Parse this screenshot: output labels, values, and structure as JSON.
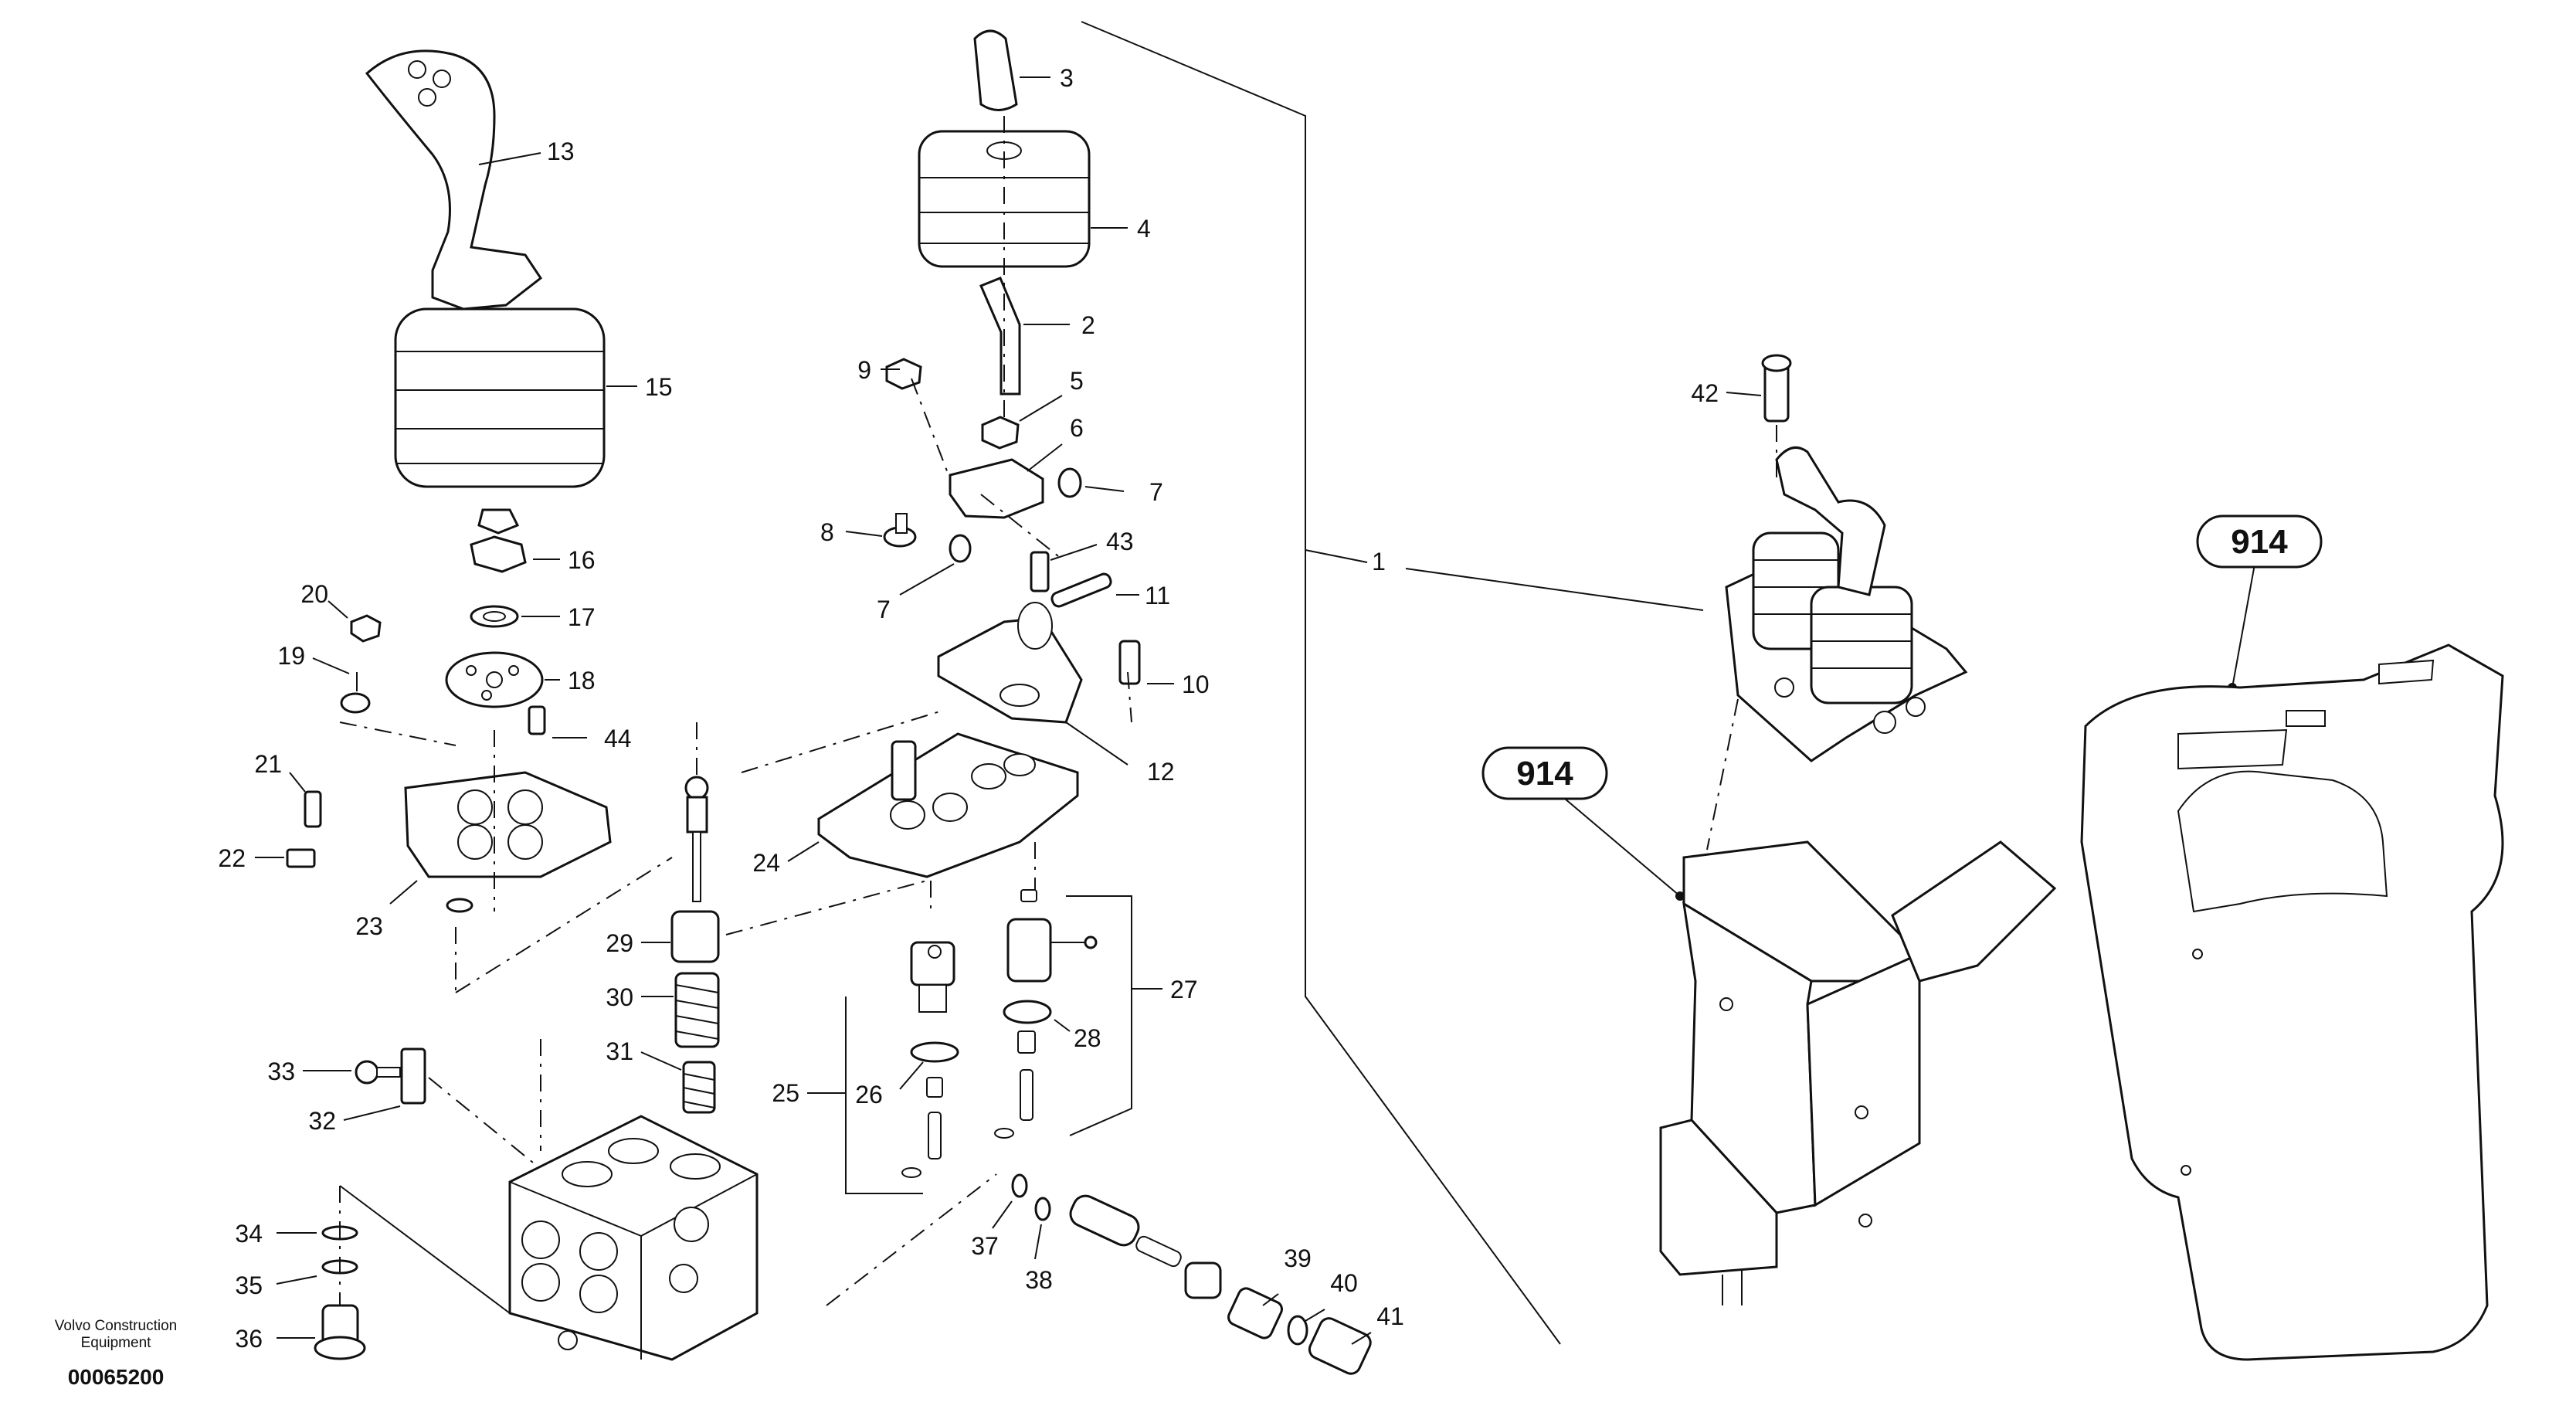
{
  "callouts": [
    {
      "id": "c1",
      "text": "1"
    },
    {
      "id": "c2",
      "text": "2"
    },
    {
      "id": "c3",
      "text": "3"
    },
    {
      "id": "c4",
      "text": "4"
    },
    {
      "id": "c5",
      "text": "5"
    },
    {
      "id": "c6",
      "text": "6"
    },
    {
      "id": "c7a",
      "text": "7"
    },
    {
      "id": "c7b",
      "text": "7"
    },
    {
      "id": "c8",
      "text": "8"
    },
    {
      "id": "c9",
      "text": "9"
    },
    {
      "id": "c10",
      "text": "10"
    },
    {
      "id": "c11",
      "text": "11"
    },
    {
      "id": "c12",
      "text": "12"
    },
    {
      "id": "c13",
      "text": "13"
    },
    {
      "id": "c15",
      "text": "15"
    },
    {
      "id": "c16",
      "text": "16"
    },
    {
      "id": "c17",
      "text": "17"
    },
    {
      "id": "c18",
      "text": "18"
    },
    {
      "id": "c19",
      "text": "19"
    },
    {
      "id": "c20",
      "text": "20"
    },
    {
      "id": "c21",
      "text": "21"
    },
    {
      "id": "c22",
      "text": "22"
    },
    {
      "id": "c23",
      "text": "23"
    },
    {
      "id": "c24",
      "text": "24"
    },
    {
      "id": "c25",
      "text": "25"
    },
    {
      "id": "c26",
      "text": "26"
    },
    {
      "id": "c27",
      "text": "27"
    },
    {
      "id": "c28",
      "text": "28"
    },
    {
      "id": "c29",
      "text": "29"
    },
    {
      "id": "c30",
      "text": "30"
    },
    {
      "id": "c31",
      "text": "31"
    },
    {
      "id": "c32",
      "text": "32"
    },
    {
      "id": "c33",
      "text": "33"
    },
    {
      "id": "c34",
      "text": "34"
    },
    {
      "id": "c35",
      "text": "35"
    },
    {
      "id": "c36",
      "text": "36"
    },
    {
      "id": "c37",
      "text": "37"
    },
    {
      "id": "c38",
      "text": "38"
    },
    {
      "id": "c39",
      "text": "39"
    },
    {
      "id": "c40",
      "text": "40"
    },
    {
      "id": "c41",
      "text": "41"
    },
    {
      "id": "c42",
      "text": "42"
    },
    {
      "id": "c43",
      "text": "43"
    },
    {
      "id": "c44",
      "text": "44"
    }
  ],
  "reference_badges": [
    {
      "id": "r914a",
      "text": "914"
    },
    {
      "id": "r914b",
      "text": "914"
    }
  ],
  "footer": {
    "brand_line1": "Volvo Construction",
    "brand_line2": "Equipment",
    "drawing_number": "00065200"
  }
}
